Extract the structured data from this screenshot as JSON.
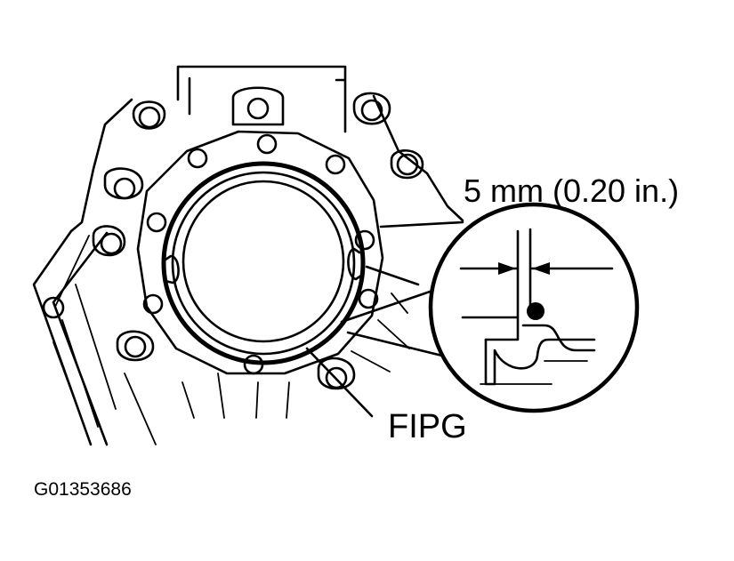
{
  "labels": {
    "dimension": "5 mm (0.20 in.)",
    "sealant": "FIPG",
    "figure_id": "G01353686"
  },
  "colors": {
    "ink": "#000000",
    "paper": "#ffffff"
  }
}
